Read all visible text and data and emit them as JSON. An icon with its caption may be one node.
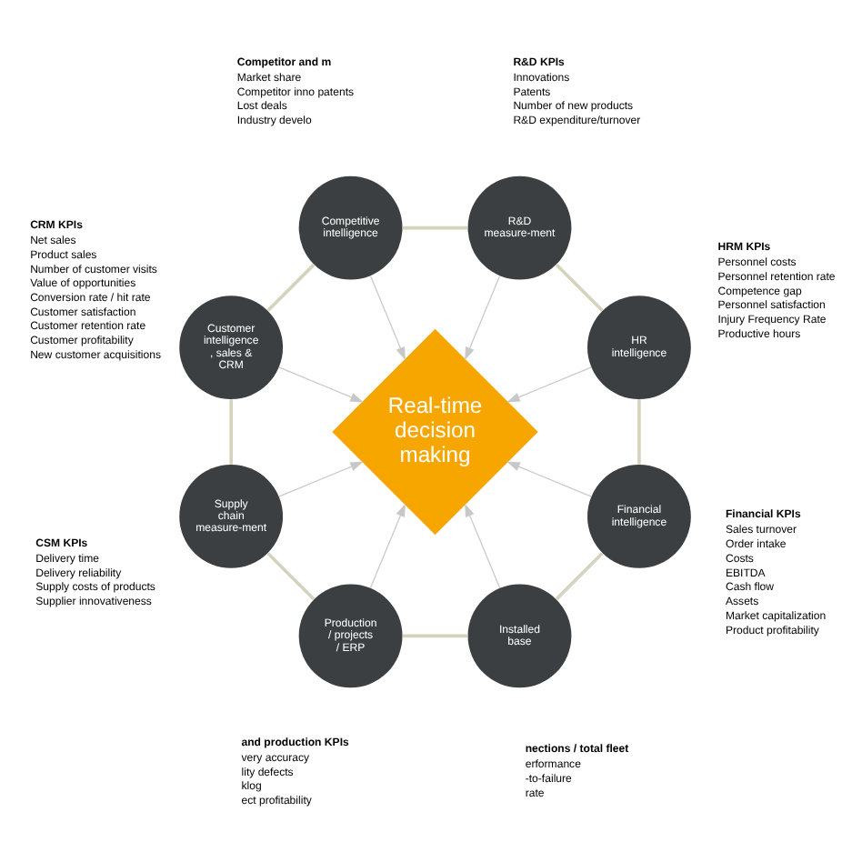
{
  "diagram": {
    "nodes": [
      {
        "text": [
          "Real-time decision making"
        ]
      },
      {
        "text": [
          "HR intelligence"
        ],
        "beside": [
          "HRM KPIs",
          "Personnel costs",
          "Personnel retention rate",
          "Competence gap",
          "Personnel satisfaction",
          "Injury Frequency Rate",
          "Productive hours"
        ]
      },
      {
        "text": [
          "R&D measure-ment"
        ],
        "beside": [
          "R&D KPIs",
          "Innovations",
          "Patents",
          "Number of new products",
          "R&D expenditure/turnover"
        ]
      },
      {
        "text": [
          "Competitive intelligence"
        ],
        "beside": [
          "Competitor and m",
          "Market share",
          "Competitor inno patents",
          "Lost deals",
          "Industry develo"
        ]
      },
      {
        "text": [
          "Customer intelligence , sales & CRM"
        ],
        "beside": [
          "CRM KPIs",
          "Net sales",
          "Product sales",
          "Number of customer visits",
          "Value of opportunities",
          "Conversion rate / hit rate",
          "Customer satisfaction",
          "Customer retention rate",
          "Customer profitability",
          "New customer acquisitions"
        ]
      },
      {
        "text": [
          "Supply chain measure-ment"
        ],
        "beside": [
          "CSM KPIs",
          "Delivery time",
          "Delivery reliability",
          "Supply costs of products",
          "Supplier innovativeness"
        ]
      },
      {
        "text": [
          "Production / projects / ERP"
        ],
        "beside": [
          "and production KPIs",
          "very accuracy",
          "lity defects",
          "klog",
          "ect profitability"
        ]
      },
      {
        "text": [
          "Installed base"
        ],
        "beside": [
          "nections / total fleet",
          "erformance",
          "-to-failure",
          "rate"
        ]
      },
      {
        "text": [
          "Financial intelligence"
        ],
        "beside": [
          "Financial KPIs",
          "Sales turnover",
          "Order intake",
          "Costs",
          "EBITDA",
          "Cash flow",
          "Assets",
          "Market capitalization",
          "Product profitability"
        ]
      }
    ],
    "edges": [
      {
        "from": 1,
        "to": 2,
        "arrow": "none"
      },
      {
        "from": 2,
        "to": 3,
        "arrow": "none"
      },
      {
        "from": 3,
        "to": 4,
        "arrow": "none"
      },
      {
        "from": 4,
        "to": 5,
        "arrow": "none"
      },
      {
        "from": 5,
        "to": 6,
        "arrow": "none"
      },
      {
        "from": 6,
        "to": 7,
        "arrow": "none"
      },
      {
        "from": 7,
        "to": 8,
        "arrow": "none"
      },
      {
        "from": 8,
        "to": 1,
        "arrow": "none"
      },
      {
        "from": 1,
        "to": 0,
        "arrow": "to",
        "color": "#c8c8c8"
      },
      {
        "from": 2,
        "to": 0,
        "arrow": "to",
        "color": "#c8c8c8"
      },
      {
        "from": 3,
        "to": 0,
        "arrow": "to",
        "color": "#c8c8c8"
      },
      {
        "from": 4,
        "to": 0,
        "arrow": "to",
        "color": "#c8c8c8"
      },
      {
        "from": 5,
        "to": 0,
        "arrow": "to",
        "color": "#c8c8c8"
      },
      {
        "from": 6,
        "to": 0,
        "arrow": "to",
        "color": "#c8c8c8"
      },
      {
        "from": 7,
        "to": 0,
        "arrow": "to",
        "color": "#c8c8c8"
      },
      {
        "from": 8,
        "to": 0,
        "arrow": "to",
        "color": "#c8c8c8"
      }
    ]
  }
}
